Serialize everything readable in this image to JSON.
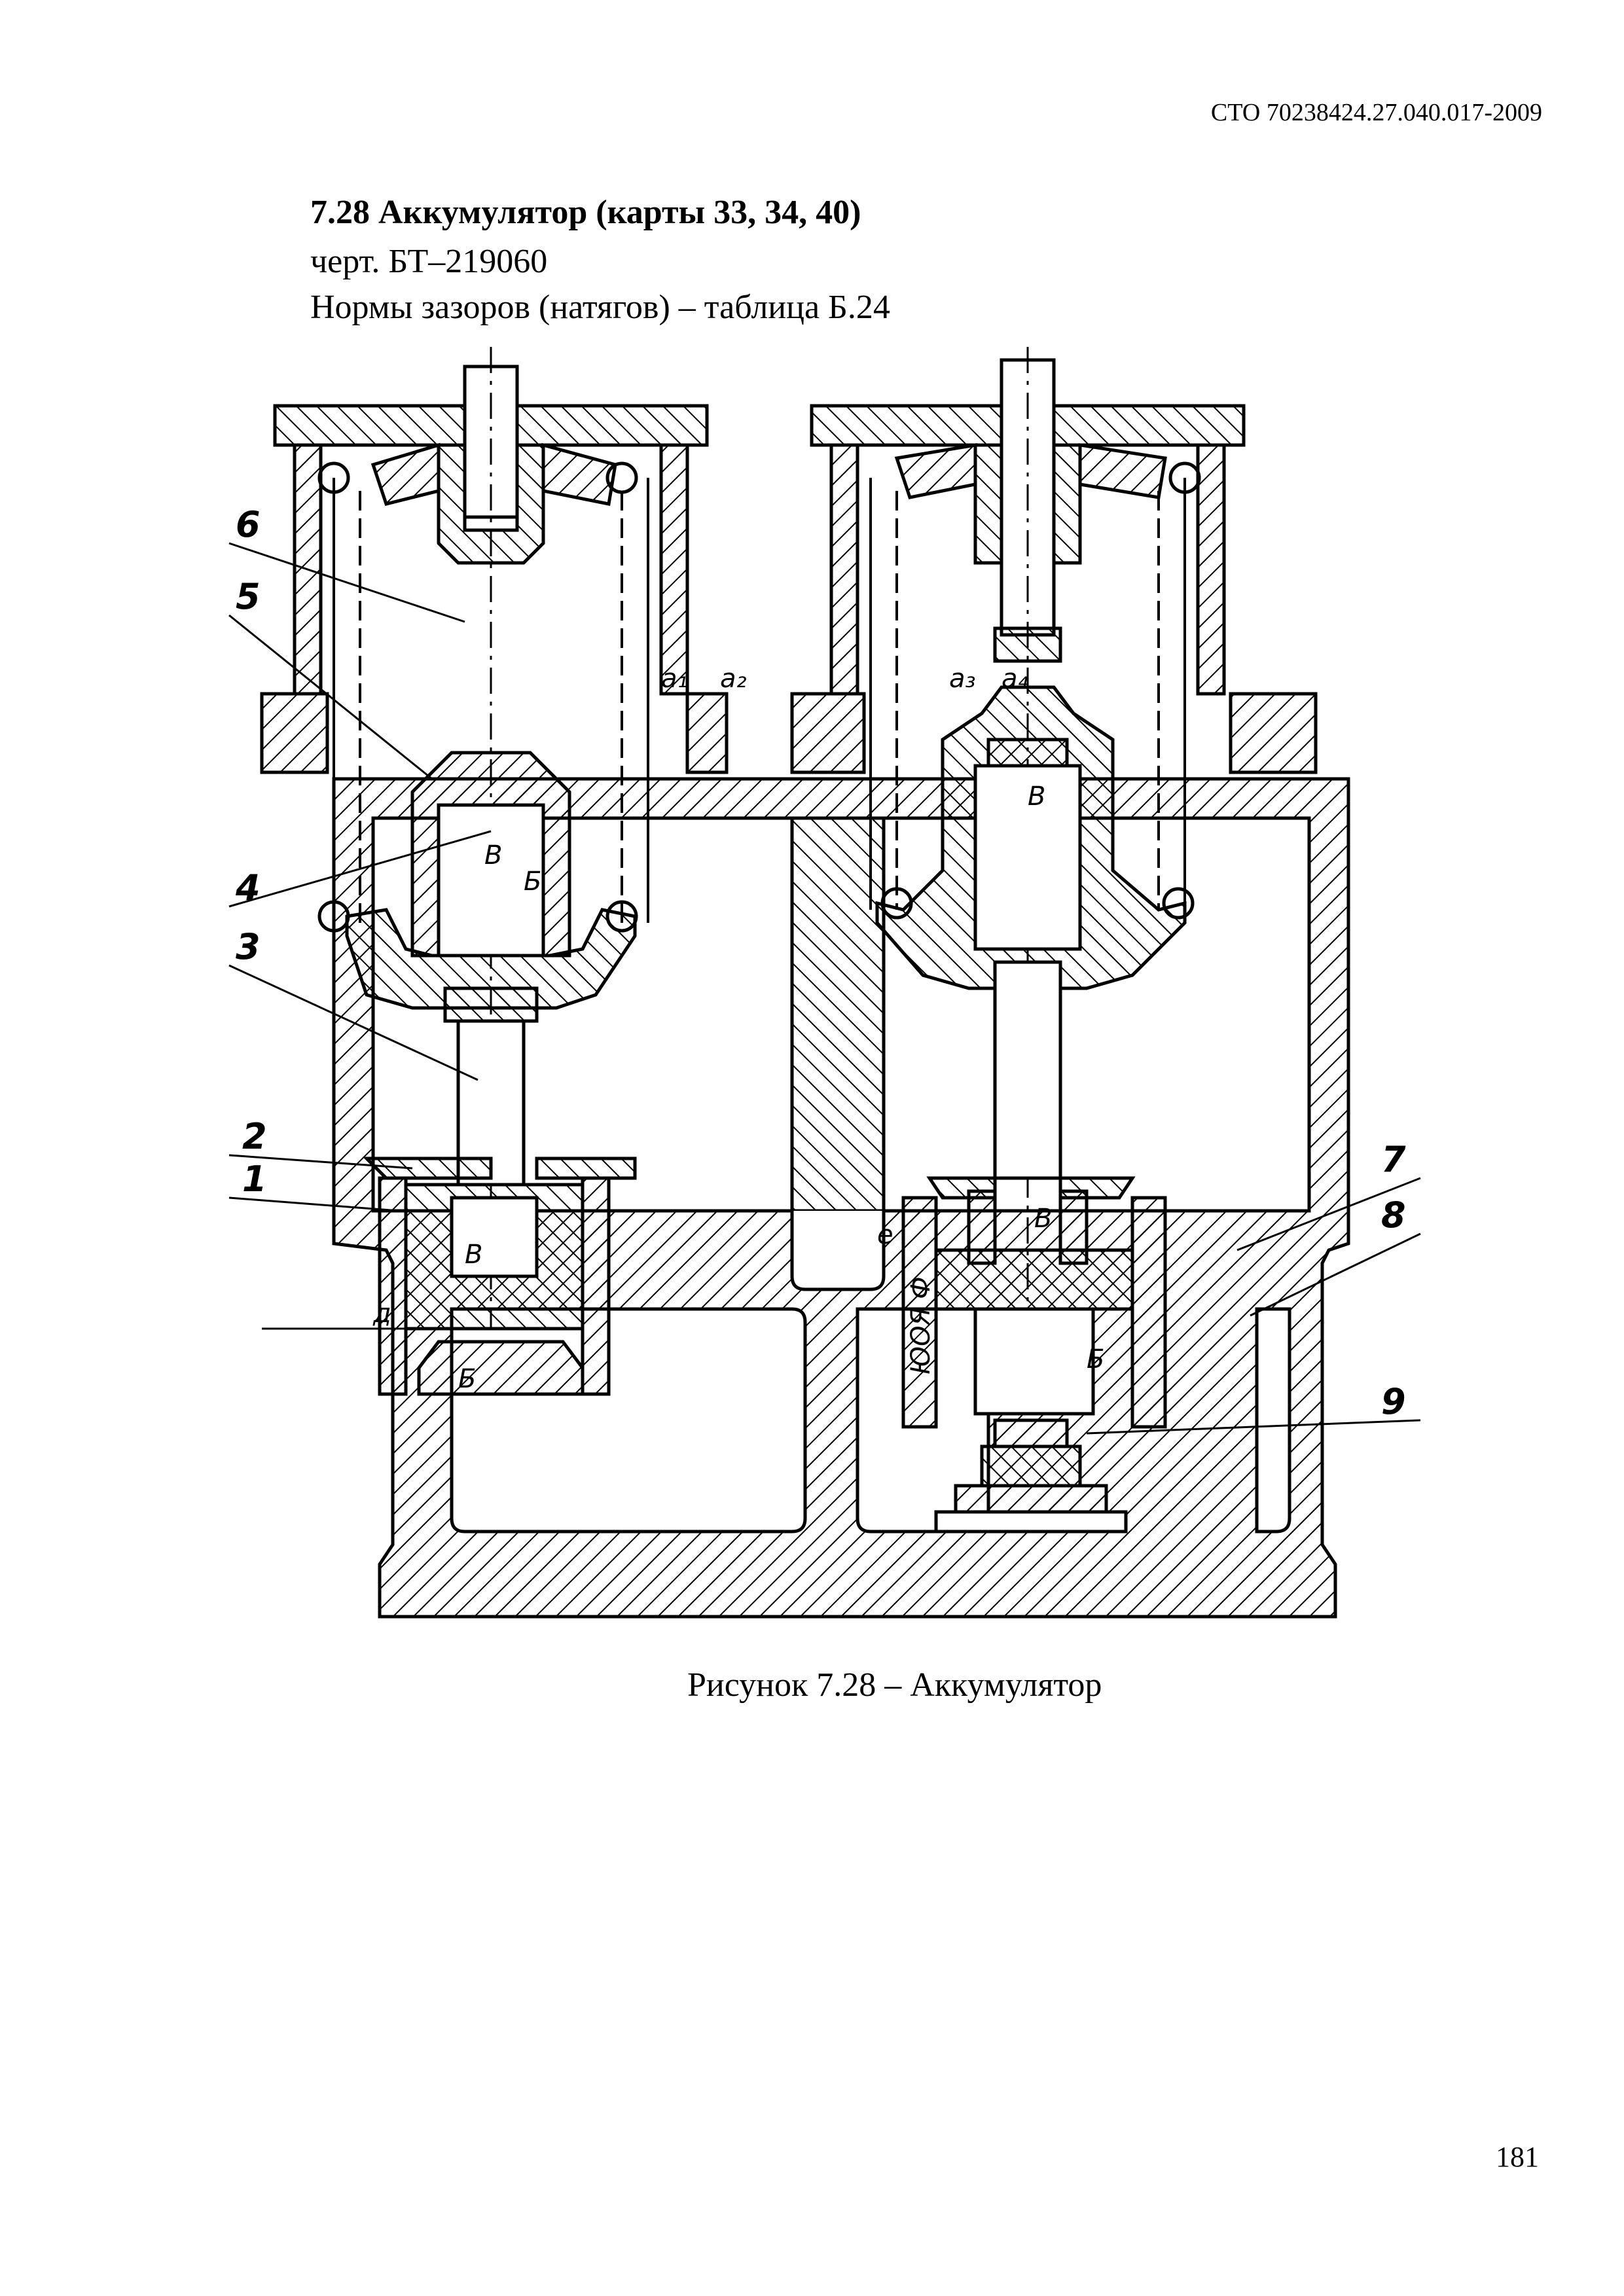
{
  "header": {
    "doc_code": "СТО 70238424.27.040.017-2009"
  },
  "section": {
    "title": "7.28 Аккумулятор (карты 33, 34, 40)",
    "drawing_ref": "черт. БТ–219060",
    "norms_ref": "Нормы зазоров (натягов) – таблица Б.24"
  },
  "figure": {
    "caption": "Рисунок 7.28 – Аккумулятор",
    "callouts": [
      "1",
      "2",
      "3",
      "4",
      "5",
      "6",
      "7",
      "8",
      "9"
    ],
    "zone_labels": {
      "b1": "Б",
      "b2": "Б",
      "b3": "Б",
      "v1": "В",
      "v2": "В",
      "v3": "В",
      "v4": "В",
      "d": "д",
      "e": "е",
      "a1": "а₁",
      "a2": "а₂",
      "a3": "а₃",
      "a4": "а₄",
      "marking": "ЮОЯ Ф"
    }
  },
  "footer": {
    "page_number": "181"
  }
}
